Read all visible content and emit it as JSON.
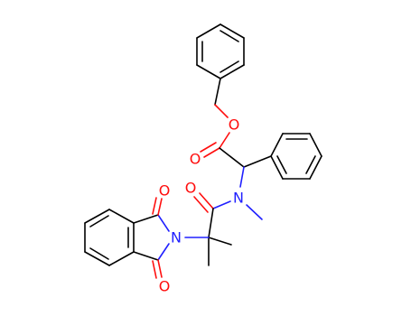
{
  "molecule": {
    "atoms": {
      "ester_carbonyl_o": "O",
      "ester_ether_o": "O",
      "amide_n": "N",
      "amide_o": "O",
      "imide_n": "N",
      "imide_o_top": "O",
      "imide_o_bottom": "O"
    }
  },
  "colors": {
    "bond": "#000000",
    "oxygen": "#ff0d0d",
    "nitrogen": "#2020ff",
    "background": "#ffffff"
  }
}
